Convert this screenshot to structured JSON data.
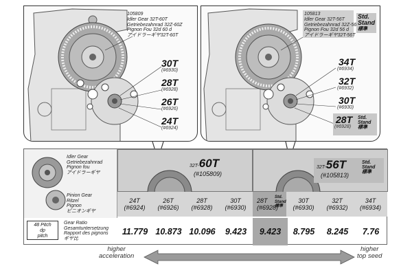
{
  "left_panel": {
    "part_number": "105809",
    "part_lines": [
      "Idler Gear 32T-60T",
      "Getriebezahnrad 32Z-60Z",
      "Pignon Fou 32d 60 d",
      "アイドラーギヤ32T-60T"
    ],
    "pinions": [
      {
        "teeth": "30T",
        "part": "(#6930)"
      },
      {
        "teeth": "28T",
        "part": "(#6928)"
      },
      {
        "teeth": "26T",
        "part": "(#6926)"
      },
      {
        "teeth": "24T",
        "part": "(#6924)"
      }
    ]
  },
  "right_panel": {
    "part_number": "105813",
    "part_lines": [
      "Idler Gear 32T-56T",
      "Getriebezahnrad 32Z-56Z",
      "Pignon Fou 32d 56 d",
      "アイドラーギヤ32T-56T"
    ],
    "std_label": [
      "Std.",
      "Stand",
      "標準"
    ],
    "pinions": [
      {
        "teeth": "34T",
        "part": "(#6934)"
      },
      {
        "teeth": "32T",
        "part": "(#6932)"
      },
      {
        "teeth": "30T",
        "part": "(#6930)"
      },
      {
        "teeth": "28T",
        "part": "(#6928)"
      }
    ],
    "pinion_std_label": [
      "Std.",
      "Stand",
      "標準"
    ]
  },
  "table": {
    "idler_label": [
      "Idler Gear",
      "Getriebezahnrad",
      "Pignon fou",
      "アイドラーギヤ"
    ],
    "pinion_label": [
      "Pinion Gear",
      "Ritzel",
      "Pignon",
      "ピニオンギヤ"
    ],
    "pitch_label": [
      "48 Pitch",
      "dp",
      "pitch"
    ],
    "ratio_label": [
      "Gear Ratio",
      "Gesamtuntersetzung",
      "Rapport des pignons",
      "ギヤ比"
    ],
    "spur_left": {
      "prefix": "32T-",
      "teeth": "60T",
      "part": "(#105809)"
    },
    "spur_right": {
      "prefix": "32T-",
      "teeth": "56T",
      "part": "(#105813)",
      "std": [
        "Std.",
        "Stand",
        "標準"
      ]
    },
    "columns": [
      {
        "pinion": "24T",
        "part": "(#6924)",
        "ratio": "11.779"
      },
      {
        "pinion": "26T",
        "part": "(#6926)",
        "ratio": "10.873"
      },
      {
        "pinion": "28T",
        "part": "(#6928)",
        "ratio": "10.096"
      },
      {
        "pinion": "30T",
        "part": "(#6930)",
        "ratio": "9.423"
      },
      {
        "pinion": "28T",
        "part": "(#6928)",
        "ratio": "9.423",
        "std": [
          "Std.",
          "Stand",
          "標準"
        ]
      },
      {
        "pinion": "30T",
        "part": "(#6930)",
        "ratio": "8.795"
      },
      {
        "pinion": "32T",
        "part": "(#6932)",
        "ratio": "8.245"
      },
      {
        "pinion": "34T",
        "part": "(#6934)",
        "ratio": "7.76"
      }
    ]
  },
  "arrow": {
    "left": [
      "higher",
      "acceleration"
    ],
    "right": [
      "higher",
      "top seed"
    ]
  },
  "colors": {
    "highlight": "#a8a8a8",
    "header": "#cfcfcf",
    "subheader": "#d6d6d6"
  }
}
